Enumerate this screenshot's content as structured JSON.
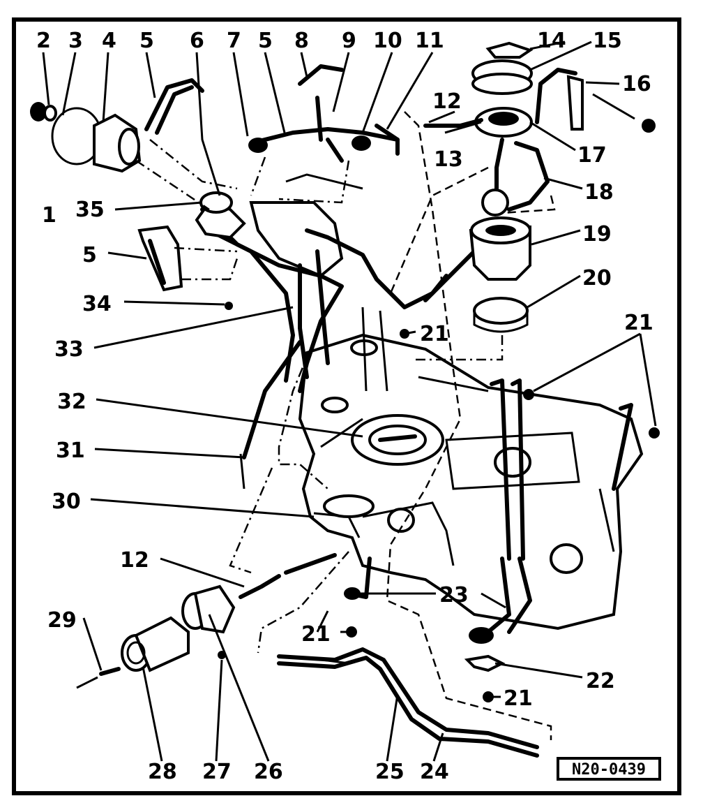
{
  "diagram": {
    "reference_code": "N20-0439",
    "callouts": [
      {
        "id": "c1",
        "text": "1"
      },
      {
        "id": "c2",
        "text": "2"
      },
      {
        "id": "c3",
        "text": "3"
      },
      {
        "id": "c4",
        "text": "4"
      },
      {
        "id": "c5a",
        "text": "5"
      },
      {
        "id": "c6",
        "text": "6"
      },
      {
        "id": "c7",
        "text": "7"
      },
      {
        "id": "c5b",
        "text": "5"
      },
      {
        "id": "c8",
        "text": "8"
      },
      {
        "id": "c9",
        "text": "9"
      },
      {
        "id": "c10",
        "text": "10"
      },
      {
        "id": "c11",
        "text": "11"
      },
      {
        "id": "c12a",
        "text": "12"
      },
      {
        "id": "c13",
        "text": "13"
      },
      {
        "id": "c14",
        "text": "14"
      },
      {
        "id": "c15",
        "text": "15"
      },
      {
        "id": "c16",
        "text": "16"
      },
      {
        "id": "c17",
        "text": "17"
      },
      {
        "id": "c18",
        "text": "18"
      },
      {
        "id": "c19",
        "text": "19"
      },
      {
        "id": "c20",
        "text": "20"
      },
      {
        "id": "c21a",
        "text": "21"
      },
      {
        "id": "c21b",
        "text": "21"
      },
      {
        "id": "c35",
        "text": "35"
      },
      {
        "id": "c5c",
        "text": "5"
      },
      {
        "id": "c34",
        "text": "34"
      },
      {
        "id": "c33",
        "text": "33"
      },
      {
        "id": "c32",
        "text": "32"
      },
      {
        "id": "c31",
        "text": "31"
      },
      {
        "id": "c30",
        "text": "30"
      },
      {
        "id": "c12b",
        "text": "12"
      },
      {
        "id": "c23",
        "text": "23"
      },
      {
        "id": "c21c",
        "text": "21"
      },
      {
        "id": "c29",
        "text": "29"
      },
      {
        "id": "c22",
        "text": "22"
      },
      {
        "id": "c21d",
        "text": "21"
      },
      {
        "id": "c28",
        "text": "28"
      },
      {
        "id": "c27",
        "text": "27"
      },
      {
        "id": "c26",
        "text": "26"
      },
      {
        "id": "c25",
        "text": "25"
      },
      {
        "id": "c24",
        "text": "24"
      }
    ]
  }
}
